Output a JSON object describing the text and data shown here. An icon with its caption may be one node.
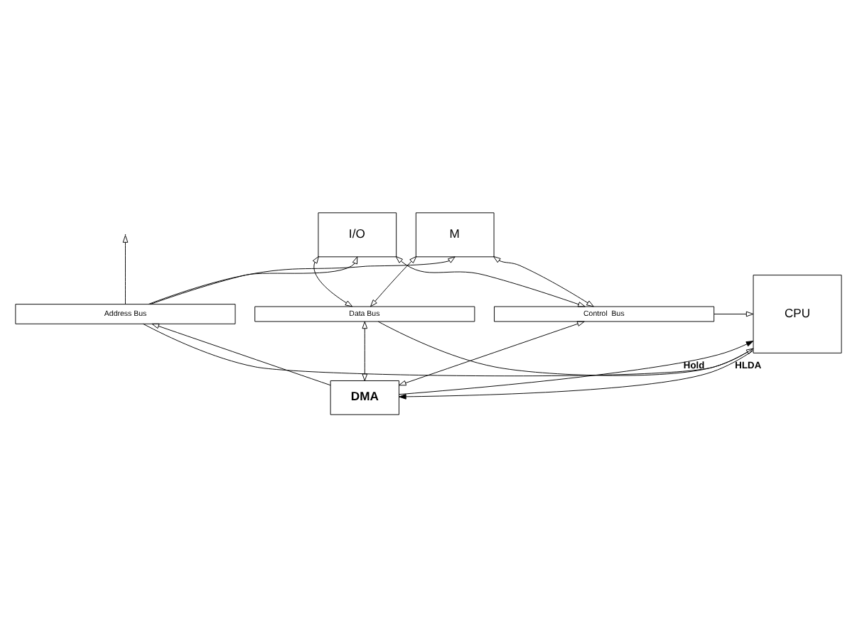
{
  "diagram": {
    "nodes": [
      {
        "text": [
          "M"
        ]
      },
      {
        "text": [
          "I/O"
        ]
      },
      {
        "text": [
          "CPU"
        ]
      },
      {
        "text": [
          "Address Bus"
        ]
      },
      {
        "text": [
          "Data Bus"
        ]
      },
      {
        "text": [
          "Control  Bus"
        ]
      },
      {
        "text": [
          "DMA"
        ]
      }
    ],
    "edges": [
      {
        "from": 2,
        "to": 3,
        "arrow": "none"
      },
      {
        "from": 3,
        "to": null,
        "arrow": "to"
      },
      {
        "from": 4,
        "to": 2,
        "arrow": "to"
      },
      {
        "from": 5,
        "to": 2,
        "arrow": "to"
      },
      {
        "from": 3,
        "to": 0,
        "arrow": "to"
      },
      {
        "from": 4,
        "to": 0,
        "arrow": "both"
      },
      {
        "from": 5,
        "to": 0,
        "arrow": "both"
      },
      {
        "from": 3,
        "to": 1,
        "arrow": "to"
      },
      {
        "from": 4,
        "to": 1,
        "arrow": "both"
      },
      {
        "from": 5,
        "to": 1,
        "arrow": "both"
      },
      {
        "from": 6,
        "to": 3,
        "arrow": "to"
      },
      {
        "from": 6,
        "to": 4,
        "arrow": "both"
      },
      {
        "from": 6,
        "to": 5,
        "arrow": "both"
      },
      {
        "from": 6,
        "to": 2,
        "arrow": "to",
        "label": "Hold"
      },
      {
        "from": 2,
        "to": 6,
        "arrow": "to",
        "label": "HLDA"
      }
    ]
  }
}
